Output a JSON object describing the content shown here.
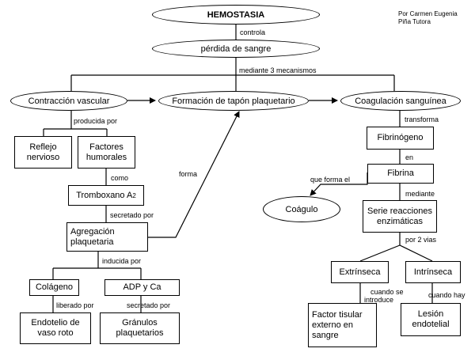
{
  "author": [
    "Por Carmen Eugenia",
    "Piña Tutora"
  ],
  "ellipses": {
    "hemostasia": "HEMOSTASIA",
    "perdida": "pérdida de sangre",
    "contraccion": "Contracción vascular",
    "formacion": "Formación de tapón plaquetario",
    "coagulacion": "Coagulación sanguínea",
    "coagulo": "Coágulo"
  },
  "boxes": {
    "reflejo": [
      "Reflejo",
      "nervioso"
    ],
    "factores": [
      "Factores",
      "humorales"
    ],
    "tromboxano": "Tromboxano A",
    "tromboxano_sub": "2",
    "agregacion": [
      "Agregación",
      "plaquetaria"
    ],
    "colageno": "Colágeno",
    "adp": "ADP y Ca",
    "endotelio": [
      "Endotelio de",
      "vaso roto"
    ],
    "granulos": [
      "Gránulos",
      "plaquetarios"
    ],
    "fibrinogeno": "Fibrinógeno",
    "fibrina": "Fibrina",
    "serie": [
      "Serie reacciones",
      "enzimáticas"
    ],
    "extrinseca": "Extrínseca",
    "intrinseca": "Intrínseca",
    "factor_tisular": [
      "Factor tisular",
      "externo en",
      "sangre"
    ],
    "lesion": [
      "Lesión",
      "endotelial"
    ]
  },
  "links": {
    "controla": "controla",
    "mediante_mecanismos": "mediante  3 mecanismos",
    "producida_por": "producida por",
    "como": "como",
    "secretado_por": "secretado por",
    "inducida_por": "inducida por",
    "liberado_por": "liberado por",
    "secretado_por_2": "secretado por",
    "forma": "forma",
    "transforma": "transforma",
    "en": "en",
    "que_forma_el": "que forma el",
    "mediante": "mediante",
    "por_2_vias": "por 2 vias",
    "cuando_se_introduce": [
      "cuando se",
      "introduce"
    ],
    "cuando_hay": "cuando hay"
  }
}
